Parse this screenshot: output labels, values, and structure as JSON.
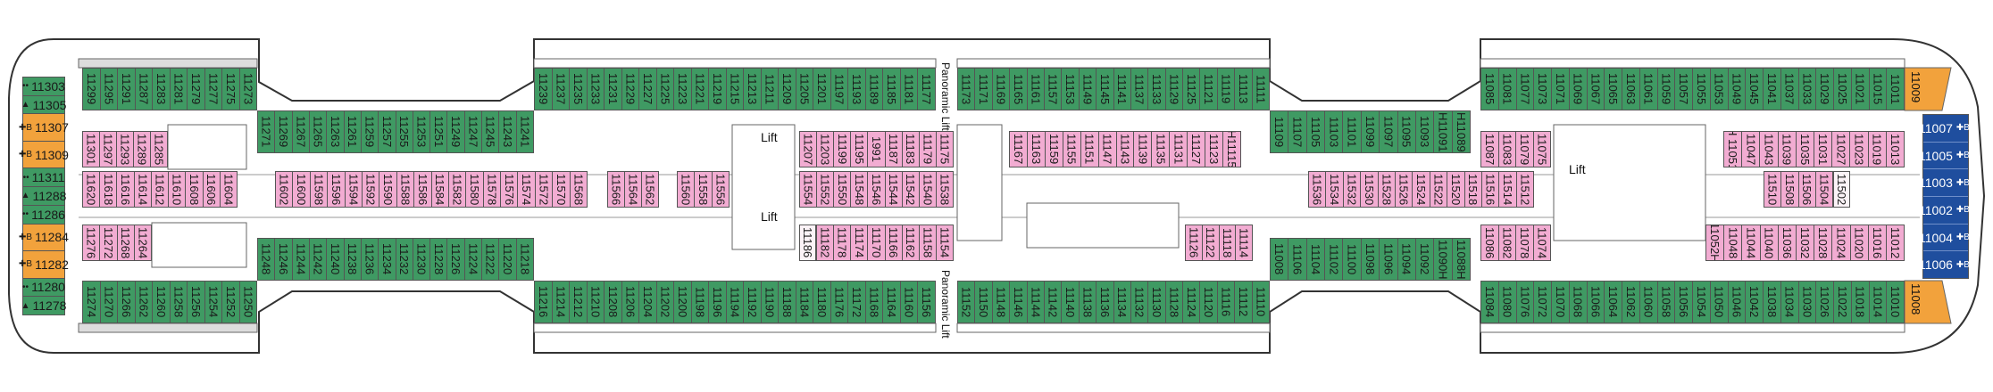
{
  "colors": {
    "standard": "#3f9a63",
    "inside": "#f2acd2",
    "suite": "#f2a23c",
    "premium": "#1f4e9e"
  },
  "labels": {
    "lift": "Lift",
    "panoramic_lift": "Panoramic Lift"
  },
  "bow_column": [
    {
      "num": "11303",
      "type": "green",
      "sym": "••"
    },
    {
      "num": "11305",
      "type": "green",
      "sym": "▲"
    },
    {
      "num": "11307",
      "type": "orange",
      "sym": "✚B"
    },
    {
      "num": "11309",
      "type": "orange",
      "sym": "✚B"
    },
    {
      "num": "11311",
      "type": "green",
      "sym": "••"
    },
    {
      "num": "11288",
      "type": "green",
      "sym": "▲"
    },
    {
      "num": "11286",
      "type": "green",
      "sym": "••"
    },
    {
      "num": "11284",
      "type": "orange",
      "sym": "✚B"
    },
    {
      "num": "11282",
      "type": "orange",
      "sym": "✚B"
    },
    {
      "num": "11280",
      "type": "green",
      "sym": "••"
    },
    {
      "num": "11278",
      "type": "green",
      "sym": "▲"
    }
  ],
  "stern_suites": [
    {
      "num": "11007",
      "sym": "✚B"
    },
    {
      "num": "11005",
      "sym": "✚B"
    },
    {
      "num": "11003",
      "sym": "✚B"
    },
    {
      "num": "11002",
      "sym": "✚B"
    },
    {
      "num": "11004",
      "sym": "✚B"
    },
    {
      "num": "11006",
      "sym": "✚B"
    }
  ],
  "stern_corner": {
    "top": "11009",
    "bottom": "11008"
  },
  "sections": {
    "top_left": [
      "11299",
      "11295",
      "11291",
      "11287",
      "11283",
      "11281",
      "11279",
      "11277",
      "11275",
      "11273"
    ],
    "upper_left": [
      "11271",
      "11269",
      "11267",
      "11265",
      "11263",
      "11261",
      "11259",
      "11257",
      "11255",
      "11253",
      "11251",
      "11249",
      "11247",
      "11245",
      "11243",
      "11241"
    ],
    "top_mid_a": [
      "11239",
      "11237",
      "11235",
      "11233",
      "11231",
      "11229",
      "11227",
      "11225",
      "11223",
      "11221",
      "11219",
      "11215",
      "11213",
      "11211",
      "11209",
      "11205",
      "11201",
      "11197",
      "11193",
      "11189",
      "11185",
      "11181",
      "11177"
    ],
    "top_mid_b": [
      "11173",
      "11171",
      "11169",
      "11165",
      "11161",
      "11157",
      "11153",
      "11149",
      "11145",
      "11141",
      "11137",
      "11133",
      "11129",
      "11125",
      "11121",
      "11119",
      "11113",
      "11111"
    ],
    "upper_right": [
      "11109",
      "11107",
      "11105",
      "11103",
      "11101",
      "11099",
      "11097",
      "11095",
      "11093",
      "H11091",
      "H11089"
    ],
    "top_right": [
      "11085",
      "11081",
      "11077",
      "11073",
      "11071",
      "11069",
      "11067",
      "11065",
      "11063",
      "11061",
      "11059",
      "11057",
      "11055",
      "11053",
      "11049",
      "11045",
      "11041",
      "11037",
      "11033",
      "11029",
      "11025",
      "11021",
      "11015",
      "11011"
    ],
    "bottom_left": [
      "11274",
      "11270",
      "11266",
      "11262",
      "11260",
      "11258",
      "11256",
      "11254",
      "11252",
      "11250"
    ],
    "lower_left": [
      "11248",
      "11246",
      "11244",
      "11242",
      "11240",
      "11238",
      "11236",
      "11234",
      "11232",
      "11230",
      "11228",
      "11226",
      "11224",
      "11222",
      "11220",
      "11218"
    ],
    "bottom_mid_a": [
      "11216",
      "11214",
      "11212",
      "11210",
      "11208",
      "11206",
      "11204",
      "11202",
      "11200",
      "11198",
      "11196",
      "11194",
      "11192",
      "11190",
      "11188",
      "11184",
      "11180",
      "11176",
      "11172",
      "11168",
      "11164",
      "11160",
      "11156"
    ],
    "bottom_mid_b": [
      "11152",
      "11150",
      "11148",
      "11146",
      "11144",
      "11142",
      "11140",
      "11138",
      "11136",
      "11134",
      "11132",
      "11130",
      "11128",
      "11124",
      "11120",
      "11116",
      "11112",
      "11110"
    ],
    "lower_right": [
      "11008",
      "11106",
      "11104",
      "11102",
      "11100",
      "11098",
      "11096",
      "11094",
      "11092",
      "11090H",
      "11088H"
    ],
    "bottom_right": [
      "11084",
      "11080",
      "11076",
      "11072",
      "11070",
      "11068",
      "11066",
      "11064",
      "11062",
      "11060",
      "11058",
      "11056",
      "11054",
      "11050",
      "11046",
      "11042",
      "11038",
      "11034",
      "11030",
      "11026",
      "11022",
      "11018",
      "11014",
      "11010"
    ],
    "pink_ul": [
      "11301",
      "11297",
      "11293",
      "11289",
      "11285"
    ],
    "pink_ll": [
      "11276",
      "11272",
      "11268",
      "11264"
    ],
    "center_a": [
      "11620",
      "11618",
      "11616",
      "11614",
      "11612",
      "11610",
      "11608",
      "11606",
      "11604"
    ],
    "center_b": [
      "11602",
      "11600",
      "11598",
      "11596",
      "11594",
      "11592",
      "11590",
      "11588",
      "11586",
      "11584",
      "11582",
      "11580",
      "11578",
      "11576",
      "11574",
      "11572",
      "11570",
      "11568"
    ],
    "center_c": [
      "11566",
      "11564",
      "11562"
    ],
    "center_d": [
      "11560",
      "11558",
      "11556"
    ],
    "center_e": [
      "11554",
      "11552",
      "11550",
      "11548",
      "11546",
      "11544",
      "11542",
      "11540",
      "11538"
    ],
    "center_f": [
      "11536",
      "11534",
      "11532",
      "11530",
      "11528",
      "11526",
      "11524",
      "11522",
      "11520",
      "11518",
      "11516",
      "11514",
      "11512"
    ],
    "center_g": [
      "11510",
      "11508",
      "11506",
      "11504"
    ],
    "center_h": [
      "11502"
    ],
    "pink_um1": [
      "11207",
      "11203",
      "11199",
      "11195",
      "1991",
      "11187",
      "11183",
      "11179",
      "11175"
    ],
    "pink_um2": [
      "11167",
      "11163",
      "11159",
      "11155",
      "11151",
      "11147",
      "11143",
      "11139",
      "11135",
      "11131",
      "11127",
      "11123",
      "H11115"
    ],
    "pink_lm0": [
      "11186"
    ],
    "pink_lm1": [
      "11182",
      "11178",
      "11174",
      "11170",
      "11166",
      "11162",
      "11158",
      "11154"
    ],
    "pink_lm2": [
      "11126",
      "11122",
      "11118",
      "11114"
    ],
    "pink_ur1": [
      "11087",
      "11083",
      "11079",
      "11075"
    ],
    "pink_ur2": [
      "H 11051",
      "11047",
      "11043",
      "11039",
      "11035",
      "11031",
      "11027",
      "11023",
      "11019",
      "11013"
    ],
    "pink_lr1": [
      "11086",
      "11082",
      "11078",
      "11074"
    ],
    "pink_lr2": [
      "11052H",
      "11048",
      "11044",
      "11040",
      "11036",
      "11032",
      "11028",
      "11024",
      "11020",
      "11016",
      "11012"
    ]
  }
}
